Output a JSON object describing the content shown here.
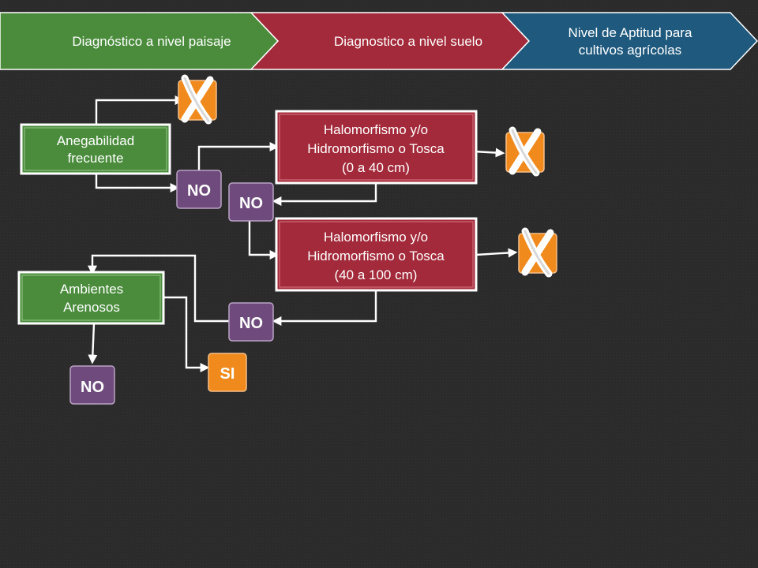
{
  "header": {
    "step1": "Diagnóstico a nivel paisaje",
    "step2": "Diagnostico a nivel suelo",
    "step3_line1": "Nivel de Aptitud para",
    "step3_line2": "cultivos agrícolas"
  },
  "nodes": {
    "anegabilidad_line1": "Anegabilidad",
    "anegabilidad_line2": "frecuente",
    "halo1_line1": "Halomorfismo y/o",
    "halo1_line2": "Hidromorfismo o Tosca",
    "halo1_line3": "(0 a 40 cm)",
    "halo2_line1": "Halomorfismo y/o",
    "halo2_line2": "Hidromorfismo o Tosca",
    "halo2_line3": "(40 a 100 cm)",
    "ambientes_line1": "Ambientes",
    "ambientes_line2": "Arenosos"
  },
  "tags": {
    "no": "NO",
    "si": "SI",
    "reject": "X"
  },
  "colors": {
    "background": "#2b2b2b",
    "green": "#4a8c3c",
    "crimson": "#a32a3a",
    "blue": "#1f5a7e",
    "purple": "#6e4b7c",
    "orange": "#f08a1c"
  }
}
